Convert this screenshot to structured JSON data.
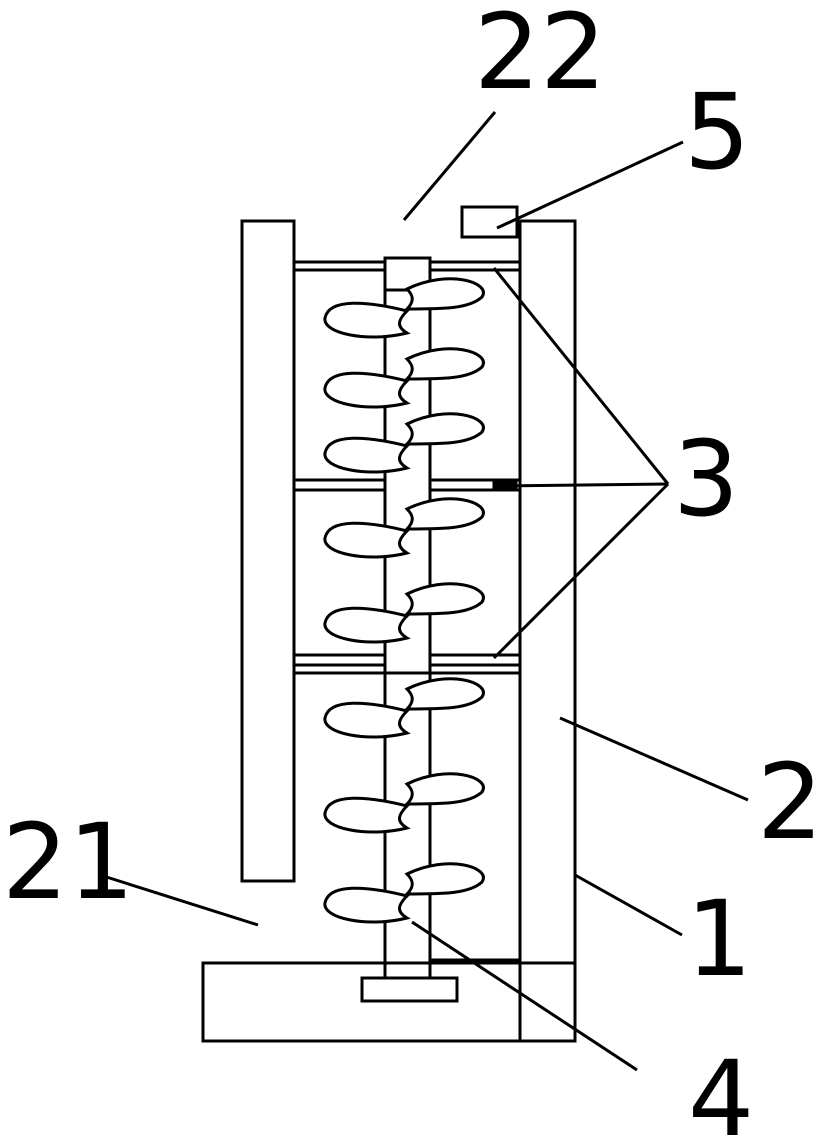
{
  "labels": {
    "l22": "22",
    "l5": "5",
    "l3": "3",
    "l2": "2",
    "l21": "21",
    "l1": "1",
    "l4": "4"
  },
  "colors": {
    "stroke": "#000000",
    "background": "#ffffff"
  }
}
